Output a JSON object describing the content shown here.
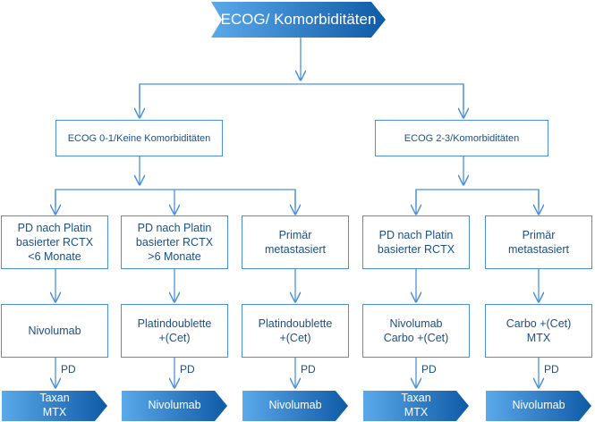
{
  "title": "ECOG/ Komorbiditäten",
  "branches": {
    "left": "ECOG 0-1/Keine Komorbiditäten",
    "right": "ECOG 2-3/Komorbiditäten"
  },
  "situations": [
    "PD nach Platin\nbasierter RCTX\n<6 Monate",
    "PD nach Platin\nbasierter RCTX\n>6 Monate",
    "Primär\nmetastasiert",
    "PD nach Platin\nbasierter RCTX",
    "Primär\nmetastasiert"
  ],
  "therapies": [
    "Nivolumab",
    "Platindoublette\n+(Cet)",
    "Platindoublette\n+(Cet)",
    "Nivolumab\nCarbo +(Cet)",
    "Carbo +(Cet)\nMTX"
  ],
  "pd_label": "PD",
  "outcomes": [
    "Taxan\nMTX",
    "Nivolumab",
    "Nivolumab",
    "Taxan\nMTX",
    "Nivolumab"
  ],
  "colors": {
    "line": "#4a90d6",
    "box_border": "#4a90d6",
    "banner_light": "#5aa9ea",
    "banner_dark": "#0f5aa6",
    "text": "#1a4f86"
  }
}
